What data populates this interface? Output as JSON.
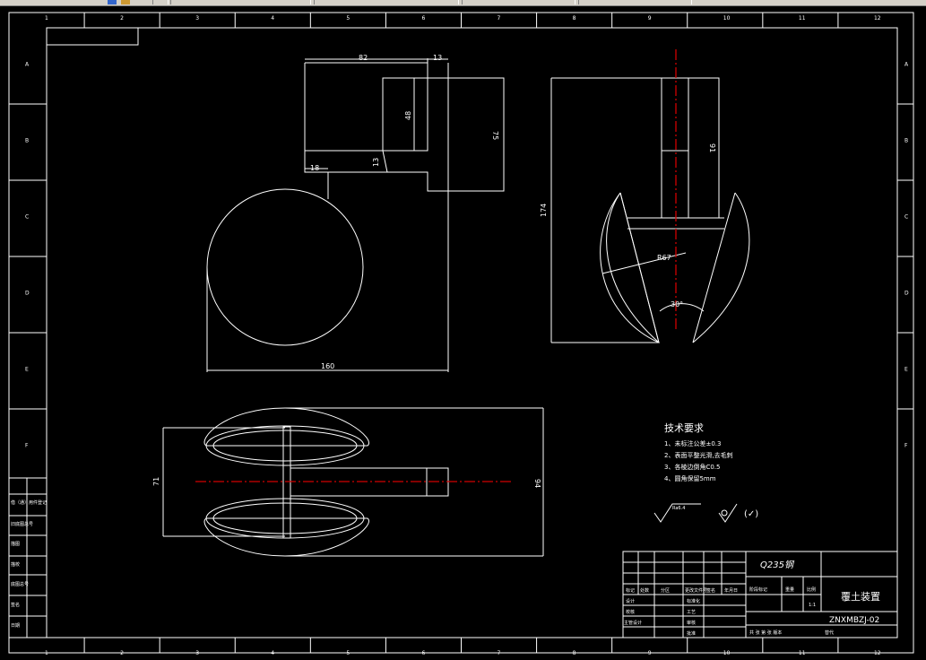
{
  "toolbar": {
    "colors": {
      "bg": "#d4d0c8"
    }
  },
  "border_columns": [
    "1",
    "2",
    "3",
    "4",
    "5",
    "6",
    "7",
    "8",
    "9",
    "10",
    "11",
    "12"
  ],
  "border_rows": [
    "A",
    "B",
    "C",
    "D",
    "E",
    "F"
  ],
  "dims": {
    "d82": "82",
    "d13a": "13",
    "d48": "48",
    "d75": "75",
    "d13b": "13",
    "d18": "18",
    "d160": "160",
    "d91": "91",
    "d174": "174",
    "r": "R67",
    "angle": "30°",
    "d71": "71",
    "d94": "94"
  },
  "tech": {
    "title": "技术要求",
    "items": [
      "1、未标注公差±0.3",
      "2、表面平整光滑,去毛刺",
      "3、各棱边倒角C0.5",
      "4、圆角保留5mm"
    ],
    "roughness": "Ra6.4"
  },
  "left_stamp": [
    "借（通）用件登记",
    "旧底图总号",
    "描图",
    "描校",
    "底图总号",
    "签名",
    "日期"
  ],
  "title_block": {
    "material": "Q235钢",
    "name": "覆土装置",
    "code": "ZNXMBZJ-02",
    "scale": "1:1",
    "rev_headers": [
      "标记",
      "处数",
      "分区",
      "更改文件号",
      "签名",
      "年月日"
    ],
    "stage_headers": [
      "阶段标记",
      "重量",
      "比例"
    ],
    "roles_left": [
      "设计",
      "校核",
      "主管设计"
    ],
    "roles_right": [
      "标准化",
      "工艺",
      "审核",
      "批准"
    ],
    "footer": [
      "共 张 第 张 版本",
      "替代"
    ]
  },
  "colors": {
    "line": "#ffffff",
    "center": "#d00000",
    "bg": "#000000"
  }
}
